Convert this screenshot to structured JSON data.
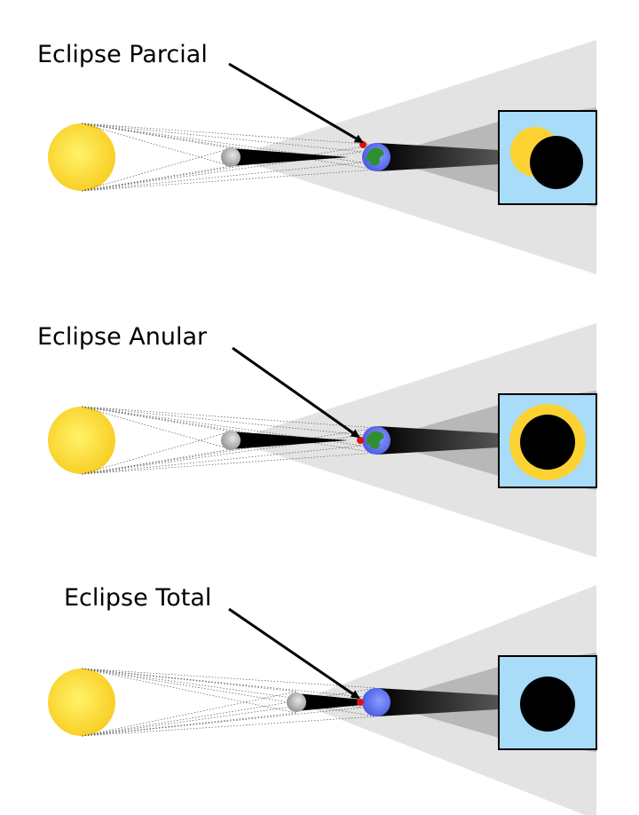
{
  "panels": [
    {
      "id": "partial",
      "label": "Eclipse Parcial",
      "view": "partial"
    },
    {
      "id": "annular",
      "label": "Eclipse Anular",
      "view": "annular"
    },
    {
      "id": "total",
      "label": "Eclipse Total",
      "view": "total"
    }
  ],
  "colors": {
    "sun": "#f8d228",
    "sun_core": "#fff36a",
    "earth_ocean": "#5a6cf0",
    "earth_land": "#2f8f2f",
    "moon": "#9a9a9a",
    "observer_dot": "#e01010",
    "sky": "#a8dcf8",
    "penumbra_light": "#e3e3e3",
    "penumbra_dark": "#b8b8b8",
    "umbra": "#000000"
  }
}
